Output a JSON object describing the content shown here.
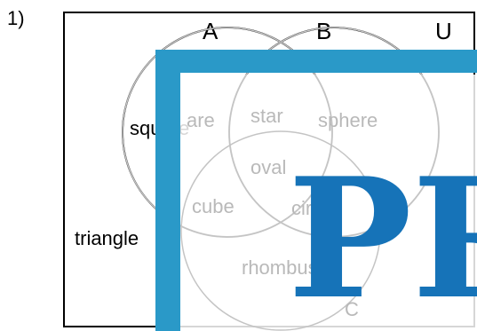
{
  "question": {
    "number": "1)"
  },
  "sets": {
    "a": "A",
    "b": "B",
    "universal": "U"
  },
  "elements": {
    "outside": "triangle",
    "a_only": "square",
    "b_only": "sphere",
    "a_and_b": "star",
    "all_three": "oval",
    "a_and_c": "cube",
    "b_and_c": "circle",
    "c_only": "rhombus",
    "c_label": "C"
  },
  "watermark": {
    "text": "PR",
    "color": "#1673b8",
    "frame_color": "#2a99c8"
  }
}
